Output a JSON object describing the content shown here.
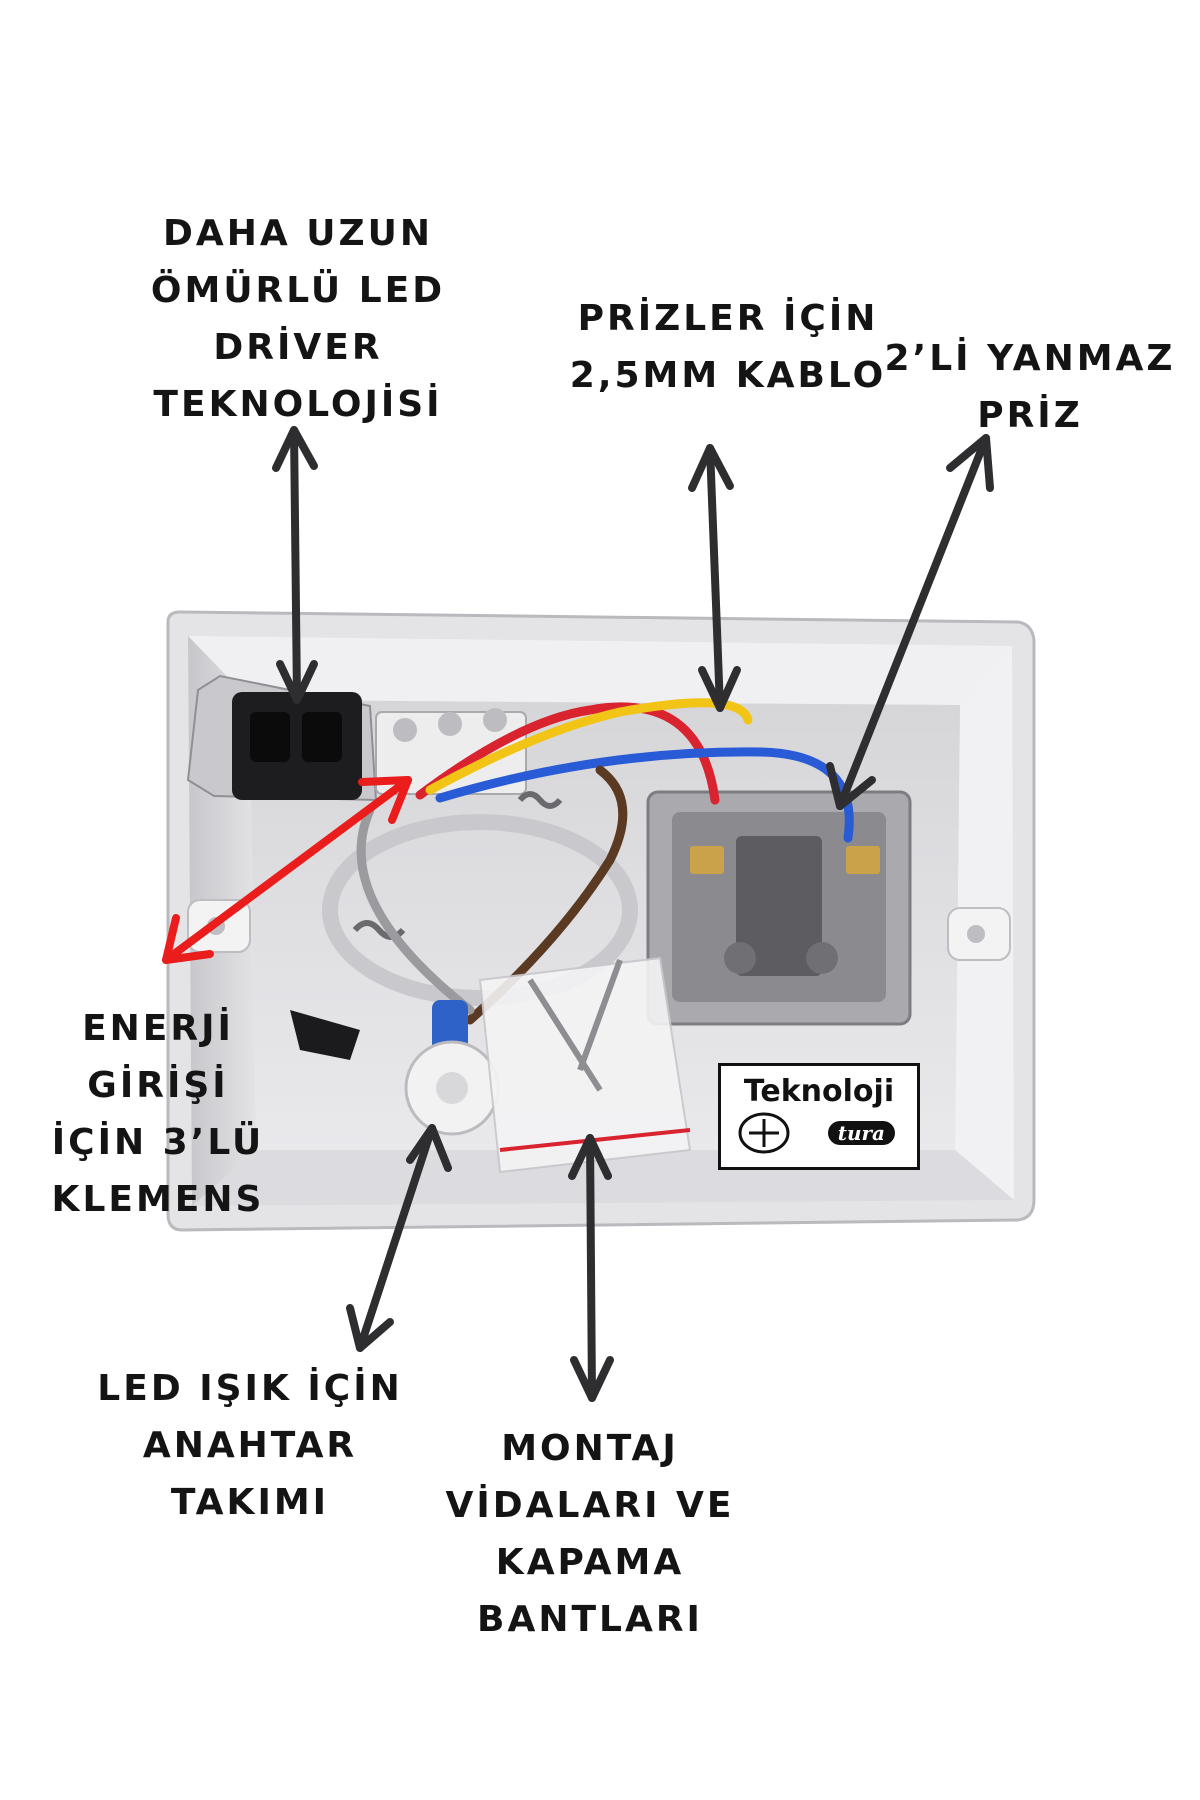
{
  "labels": {
    "led_driver": [
      "DAHA UZUN",
      "ÖMÜRLÜ LED",
      "DRİVER",
      "TEKNOLOJİSİ"
    ],
    "cable": [
      "PRİZLER İÇİN",
      "2,5MM KABLO"
    ],
    "socket": [
      "2’Lİ YANMAZ",
      "PRİZ"
    ],
    "terminal": [
      "ENERJİ",
      "GİRİŞİ",
      "İÇİN 3’LÜ",
      "KLEMENS"
    ],
    "switch": [
      "LED IŞIK İÇİN",
      "ANAHTAR",
      "TAKIMI"
    ],
    "screws": [
      "MONTAJ",
      "VİDALARI VE",
      "KAPAMA",
      "BANTLARI"
    ]
  },
  "logo": {
    "title": "Teknoloji",
    "brand": "tura"
  },
  "colors": {
    "arrow": "#2e2e30",
    "energy_arrow": "#ea1c1c",
    "wire_red": "#d9232e",
    "wire_yellow": "#f2c416",
    "wire_blue": "#2a5bd6",
    "wire_brown": "#5a3a22"
  },
  "icons": {
    "arrow": "double-headed-arrow-icon",
    "logo_emblem": "plug-emblem-icon"
  }
}
